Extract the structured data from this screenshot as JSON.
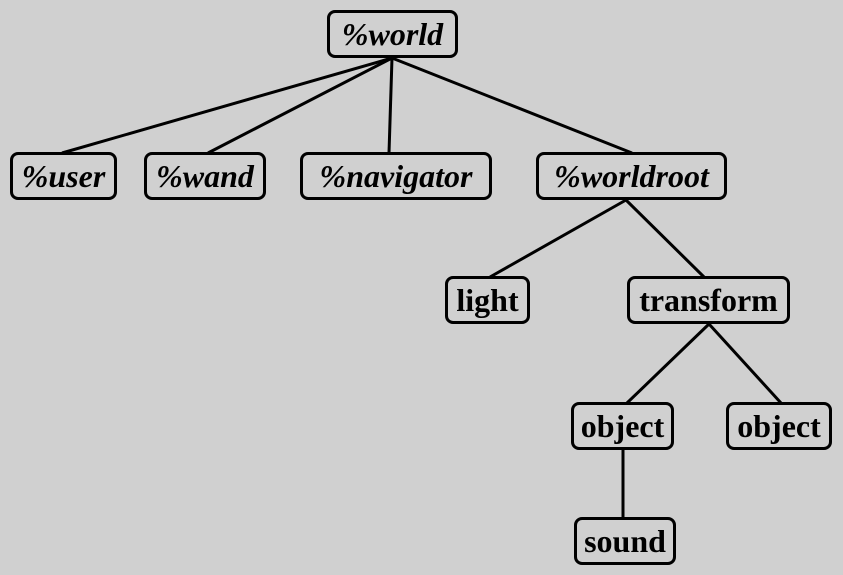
{
  "nodes": {
    "world": "%world",
    "user": "%user",
    "wand": "%wand",
    "navigator": "%navigator",
    "worldroot": "%worldroot",
    "light": "light",
    "transform": "transform",
    "object1": "object",
    "object2": "object",
    "sound": "sound"
  },
  "edges": [
    [
      "world",
      "user"
    ],
    [
      "world",
      "wand"
    ],
    [
      "world",
      "navigator"
    ],
    [
      "world",
      "worldroot"
    ],
    [
      "worldroot",
      "light"
    ],
    [
      "worldroot",
      "transform"
    ],
    [
      "transform",
      "object1"
    ],
    [
      "transform",
      "object2"
    ],
    [
      "object1",
      "sound"
    ]
  ]
}
